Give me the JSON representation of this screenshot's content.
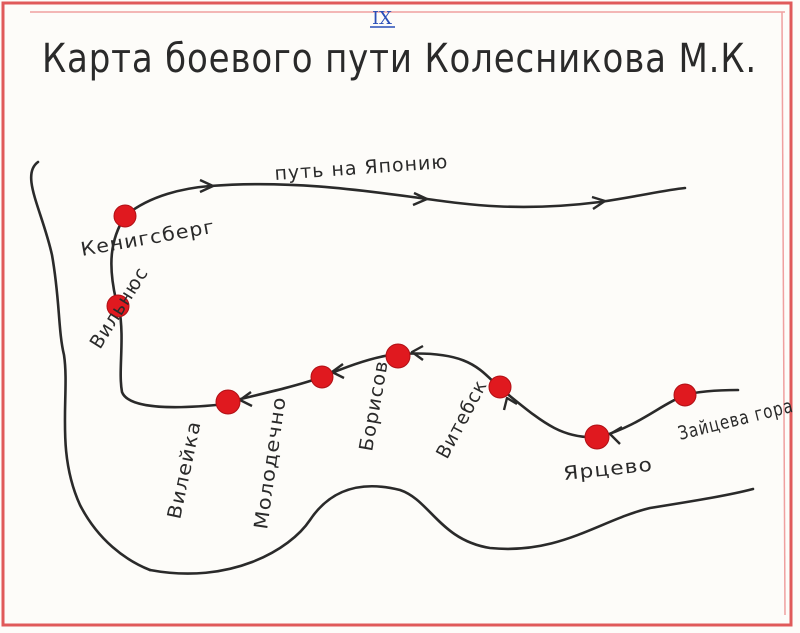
{
  "title": "Карта боевого пути Колесникова М.К.",
  "sheet_number": "IX",
  "route_label": "путь на Японию",
  "cities": [
    {
      "id": "kenigsberg",
      "name": "Кенигсберг"
    },
    {
      "id": "vilnius",
      "name": "Вильнюс"
    },
    {
      "id": "vileyka",
      "name": "Вилейка"
    },
    {
      "id": "molodechno",
      "name": "Молодечно"
    },
    {
      "id": "borisov",
      "name": "Борисов"
    },
    {
      "id": "vitebsk",
      "name": "Витебск"
    },
    {
      "id": "yartsevo",
      "name": "Ярцево"
    },
    {
      "id": "zaytseva-gora",
      "name": "Зайцева гора"
    }
  ],
  "colors": {
    "ink": "#2a2a2a",
    "city_marker": "#e0191f",
    "frame_border": "#e05a5a",
    "sheet_number": "#2a4fb8",
    "paper": "#fdfcf9"
  }
}
